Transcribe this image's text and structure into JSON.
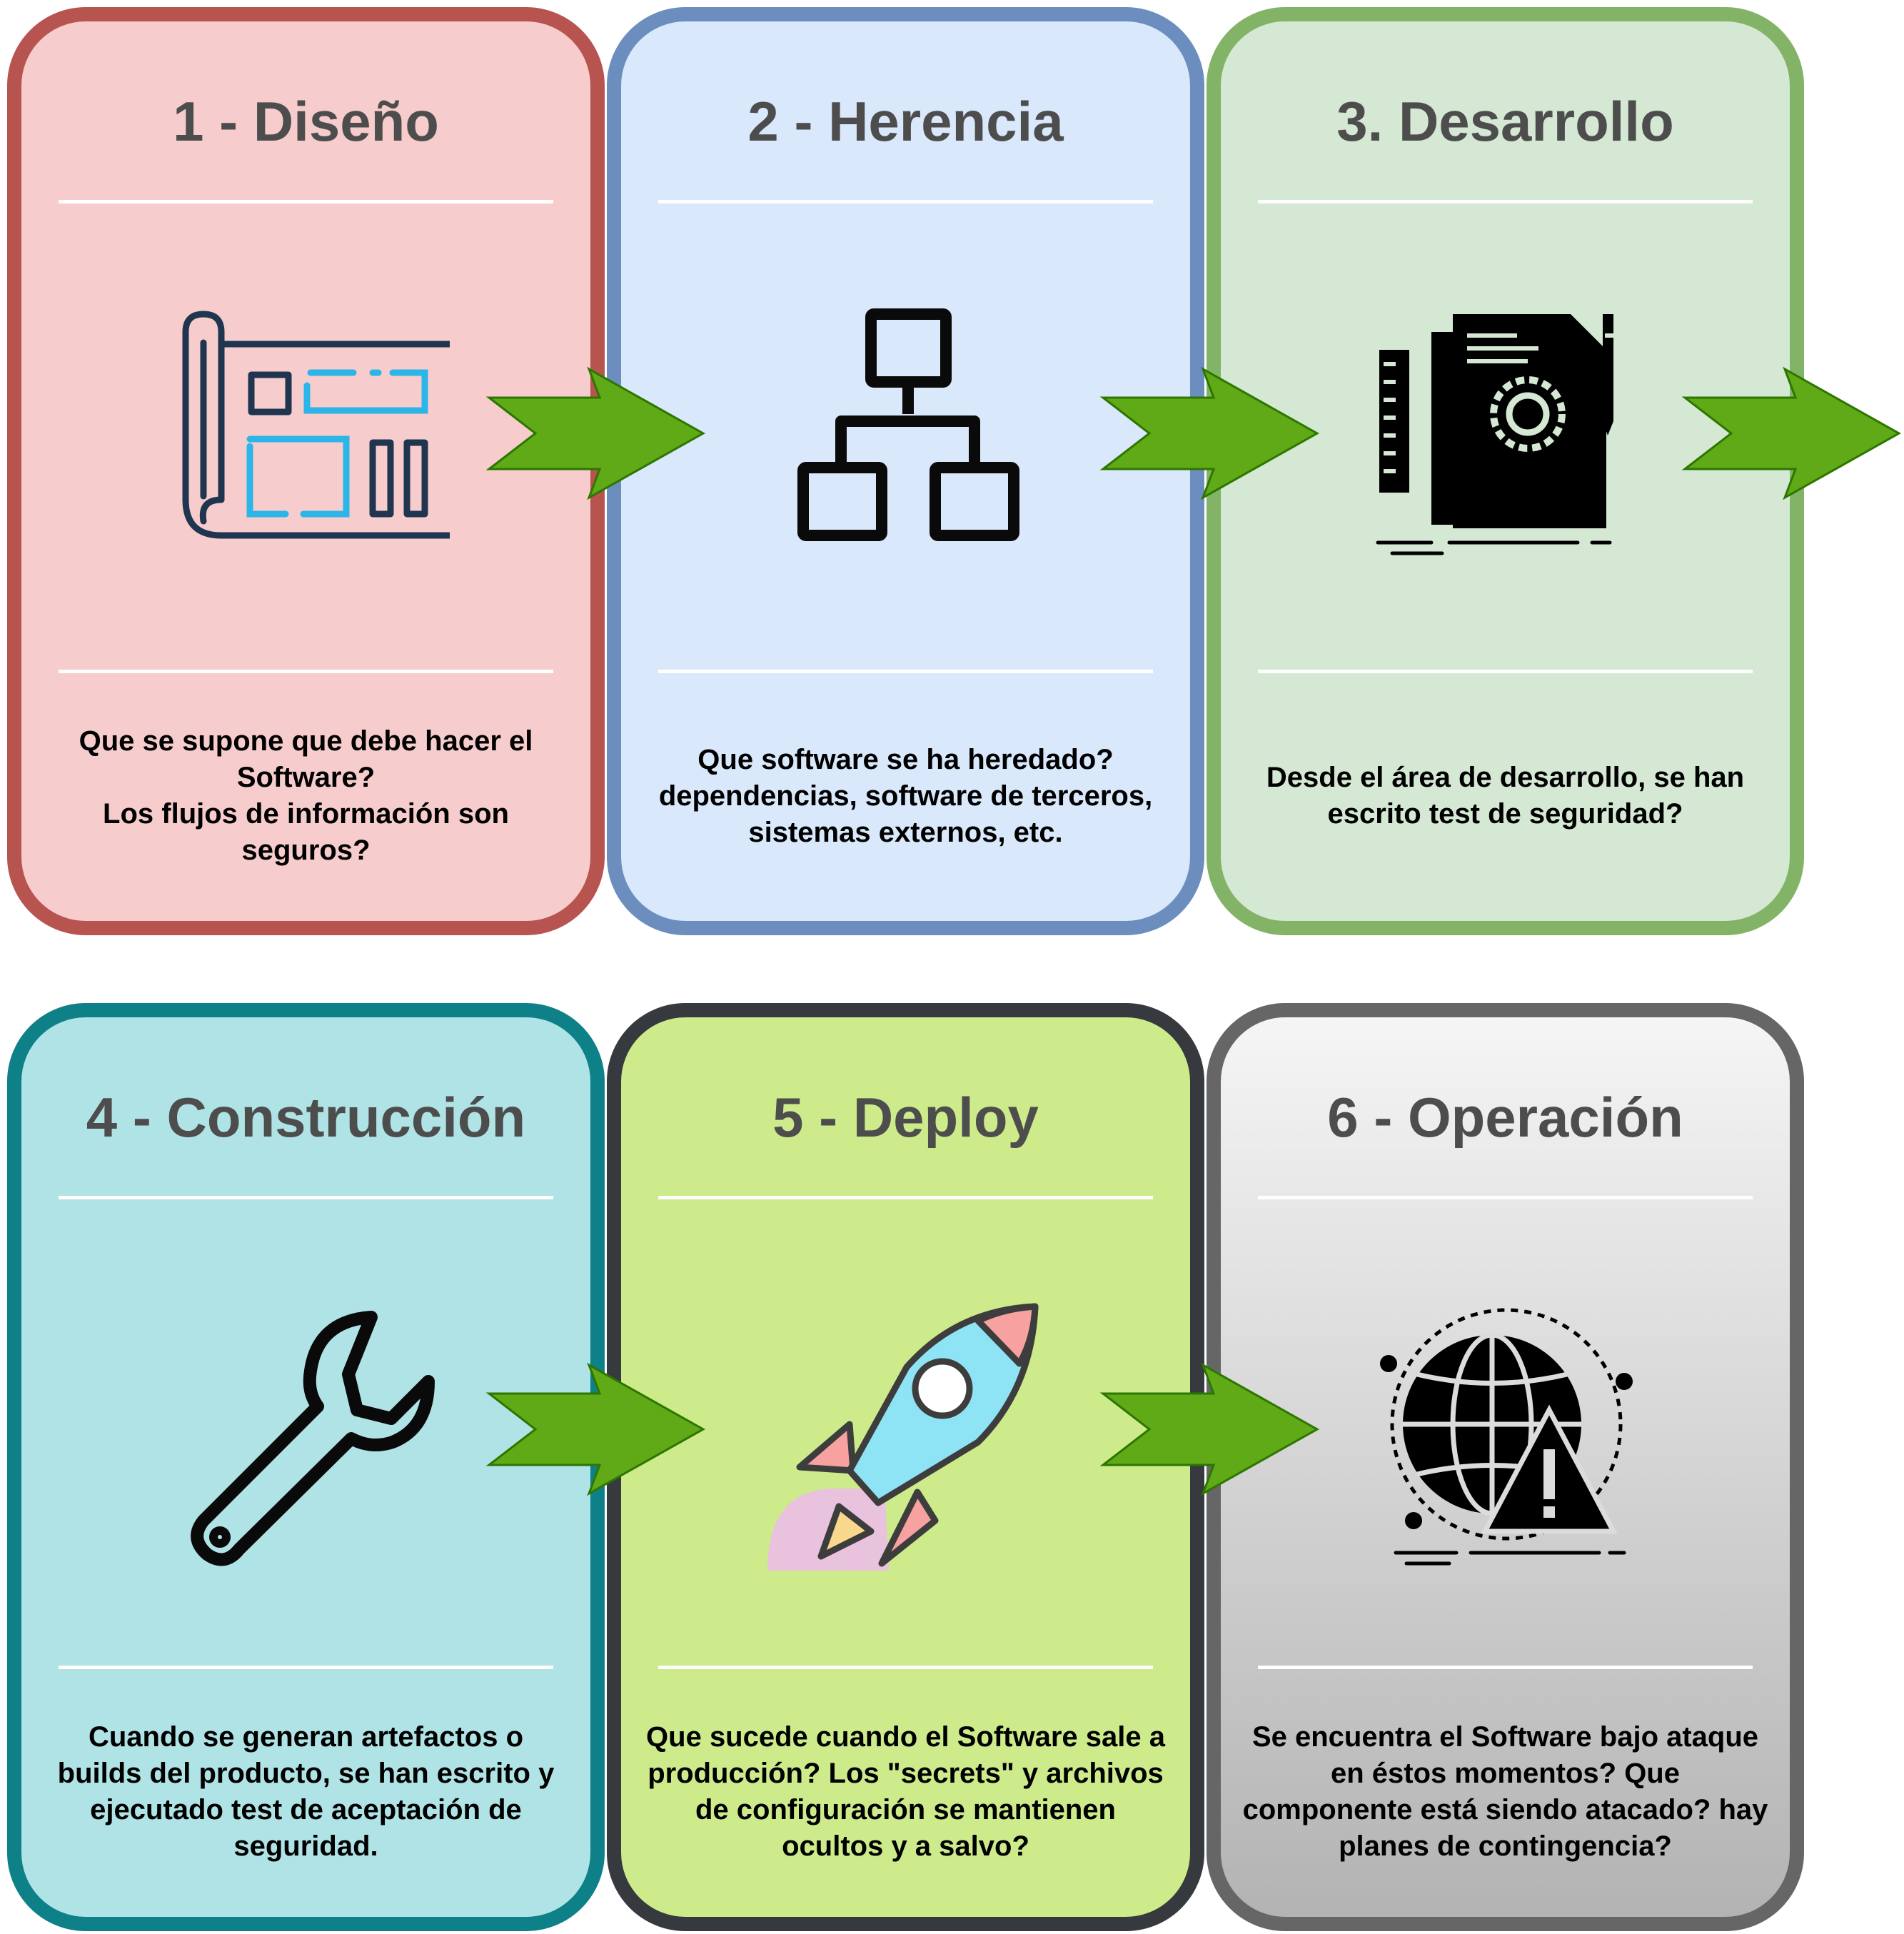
{
  "colors": {
    "arrow_fill": "#60a917",
    "arrow_stroke": "#2d7600",
    "divider": "#ffffff",
    "title_text": "#4d4d4d"
  },
  "stages": [
    {
      "title": "1 - Diseño",
      "text": "Que se supone que debe hacer el Software?\nLos flujos de información son seguros?",
      "icon": "blueprint-icon",
      "fill": "#f8cecc",
      "border": "#b85450"
    },
    {
      "title": "2 - Herencia",
      "text": "Que software se ha heredado? dependencias, software de terceros, sistemas externos, etc.",
      "icon": "hierarchy-icon",
      "fill": "#dae8fc",
      "border": "#6c8ebf"
    },
    {
      "title": "3. Desarrollo",
      "text": "Desde el área de desarrollo, se han escrito test de seguridad?",
      "icon": "development-document-icon",
      "fill": "#d5e8d4",
      "border": "#82b366"
    },
    {
      "title": "4 - Construcción",
      "text": "Cuando se generan artefactos o builds del producto, se han escrito y ejecutado test de aceptación de seguridad.",
      "icon": "wrench-icon",
      "fill": "#b0e3e6",
      "border": "#0e8088"
    },
    {
      "title": "5 - Deploy",
      "text": "Que sucede cuando el Software sale a producción? Los \"secrets\" y archivos de configuración se mantienen ocultos y a salvo?",
      "icon": "rocket-icon",
      "fill": "#cdeb8b",
      "border": "#36393d"
    },
    {
      "title": "6 - Operación",
      "text": "Se encuentra el Software bajo ataque en éstos momentos? Que componente está siendo atacado? hay planes de contingencia?",
      "icon": "globe-warning-icon",
      "fill": "#f5f5f5",
      "border": "#666666"
    }
  ]
}
